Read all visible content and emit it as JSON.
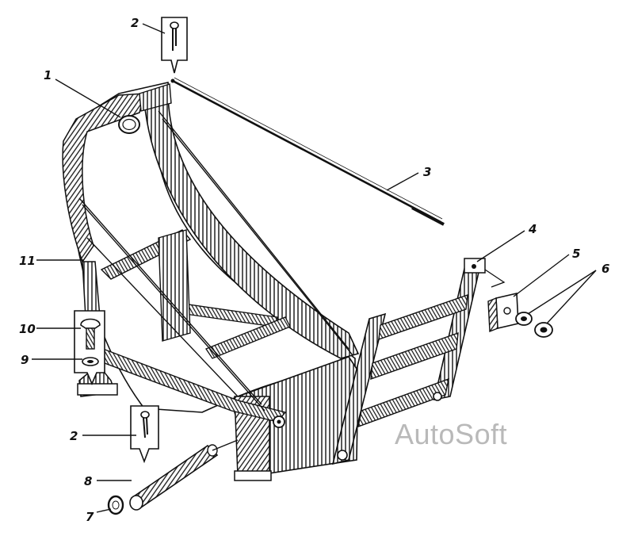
{
  "callouts": [
    {
      "id": "c1",
      "label": "1"
    },
    {
      "id": "c2a",
      "label": "2"
    },
    {
      "id": "c2b",
      "label": "2"
    },
    {
      "id": "c3",
      "label": "3"
    },
    {
      "id": "c4",
      "label": "4"
    },
    {
      "id": "c5",
      "label": "5"
    },
    {
      "id": "c6",
      "label": "6"
    },
    {
      "id": "c7",
      "label": "7"
    },
    {
      "id": "c8",
      "label": "8"
    },
    {
      "id": "c9",
      "label": "9"
    },
    {
      "id": "c10",
      "label": "10"
    },
    {
      "id": "c11",
      "label": "11"
    }
  ],
  "watermark": "AutoSoft"
}
